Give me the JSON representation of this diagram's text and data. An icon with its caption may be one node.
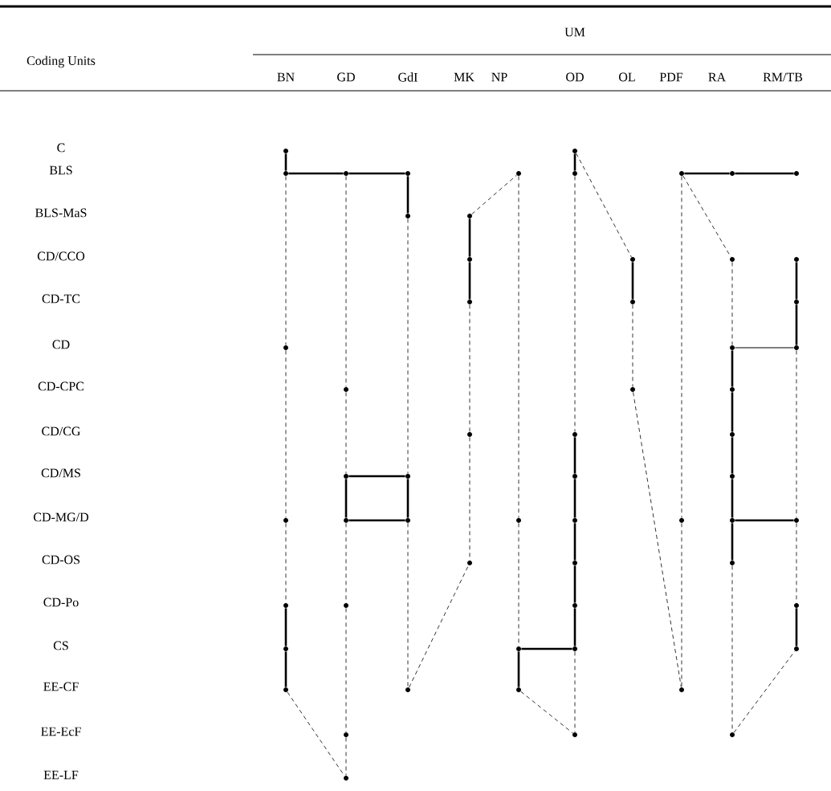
{
  "diagram": {
    "nodes": [
      {
        "text": [],
        "shape": "circle"
      },
      {
        "text": [],
        "shape": "circle"
      },
      {
        "text": [],
        "shape": "circle"
      },
      {
        "text": [],
        "shape": "circle"
      },
      {
        "text": [],
        "shape": "circle"
      },
      {
        "text": [],
        "shape": "circle"
      },
      {
        "text": [],
        "shape": "circle"
      },
      {
        "text": [],
        "shape": "circle"
      },
      {
        "text": [],
        "shape": "circle"
      },
      {
        "text": [],
        "shape": "circle"
      },
      {
        "text": [],
        "shape": "circle"
      },
      {
        "text": [],
        "shape": "circle"
      },
      {
        "text": [],
        "shape": "circle"
      },
      {
        "text": [],
        "shape": "circle"
      },
      {
        "text": [],
        "shape": "circle"
      },
      {
        "text": [],
        "shape": "circle"
      },
      {
        "text": [],
        "shape": "circle"
      },
      {
        "text": [],
        "shape": "circle"
      },
      {
        "text": [],
        "shape": "circle"
      },
      {
        "text": [],
        "shape": "circle"
      },
      {
        "text": [],
        "shape": "circle"
      },
      {
        "text": [],
        "shape": "circle"
      },
      {
        "text": [],
        "shape": "circle"
      },
      {
        "text": [],
        "shape": "circle"
      },
      {
        "text": [],
        "shape": "circle"
      },
      {
        "text": [],
        "shape": "circle"
      },
      {
        "text": [],
        "shape": "circle"
      },
      {
        "text": [],
        "shape": "circle"
      },
      {
        "text": [],
        "shape": "circle"
      },
      {
        "text": [],
        "shape": "circle"
      },
      {
        "text": [],
        "shape": "circle"
      },
      {
        "text": [],
        "shape": "circle"
      },
      {
        "text": [],
        "shape": "circle"
      },
      {
        "text": [],
        "shape": "circle"
      },
      {
        "text": [],
        "shape": "circle"
      },
      {
        "text": [],
        "shape": "circle"
      },
      {
        "text": [],
        "shape": "circle"
      },
      {
        "text": [],
        "shape": "circle"
      },
      {
        "text": [],
        "shape": "circle"
      },
      {
        "text": [],
        "shape": "circle"
      },
      {
        "text": [],
        "shape": "circle"
      },
      {
        "text": [],
        "shape": "circle"
      },
      {
        "text": [],
        "shape": "circle"
      },
      {
        "text": [],
        "shape": "circle"
      },
      {
        "text": [],
        "shape": "circle"
      },
      {
        "text": [],
        "shape": "circle"
      },
      {
        "text": [],
        "shape": "circle"
      },
      {
        "text": [],
        "shape": "circle"
      },
      {
        "text": [],
        "shape": "circle"
      },
      {
        "text": [],
        "shape": "circle"
      },
      {
        "text": [],
        "shape": "circle"
      },
      {
        "text": [],
        "shape": "circle"
      },
      {
        "text": [],
        "shape": "circle"
      },
      {
        "text": [],
        "shape": "circle"
      },
      {
        "text": [],
        "shape": "circle"
      },
      {
        "text": [],
        "shape": "circle"
      },
      {
        "text": [],
        "shape": "circle"
      },
      {
        "text": [],
        "shape": "circle"
      },
      {
        "text": [],
        "shape": "circle"
      }
    ],
    "edges": [
      {
        "from": 0,
        "to": 2,
        "arrow": "none",
        "style": "thick"
      },
      {
        "from": 2,
        "to": 19,
        "arrow": "none",
        "style": "dashed"
      },
      {
        "from": 19,
        "to": 32,
        "arrow": "none",
        "style": "dashed"
      },
      {
        "from": 32,
        "to": 43,
        "arrow": "none",
        "style": "dashed"
      },
      {
        "from": 43,
        "to": 47,
        "arrow": "none",
        "style": "thick"
      },
      {
        "from": 47,
        "to": 51,
        "arrow": "none",
        "style": "thick"
      },
      {
        "from": 51,
        "to": 58,
        "arrow": "none",
        "style": "dashed"
      },
      {
        "from": 2,
        "to": 3,
        "arrow": "none",
        "style": "thick"
      },
      {
        "from": 3,
        "to": 4,
        "arrow": "none",
        "style": "thick"
      },
      {
        "from": 3,
        "to": 22,
        "arrow": "none",
        "style": "dashed"
      },
      {
        "from": 22,
        "to": 28,
        "arrow": "none",
        "style": "dashed"
      },
      {
        "from": 28,
        "to": 33,
        "arrow": "none",
        "style": "thick"
      },
      {
        "from": 33,
        "to": 44,
        "arrow": "none",
        "style": "dashed"
      },
      {
        "from": 44,
        "to": 55,
        "arrow": "none",
        "style": "dashed"
      },
      {
        "from": 55,
        "to": 58,
        "arrow": "none",
        "style": "dashed"
      },
      {
        "from": 28,
        "to": 29,
        "arrow": "none",
        "style": "thick"
      },
      {
        "from": 33,
        "to": 34,
        "arrow": "none",
        "style": "thick"
      },
      {
        "from": 4,
        "to": 10,
        "arrow": "none",
        "style": "thick"
      },
      {
        "from": 10,
        "to": 29,
        "arrow": "none",
        "style": "dashed"
      },
      {
        "from": 29,
        "to": 34,
        "arrow": "none",
        "style": "thick"
      },
      {
        "from": 34,
        "to": 52,
        "arrow": "none",
        "style": "dashed"
      },
      {
        "from": 52,
        "to": 40,
        "arrow": "none",
        "style": "dashed"
      },
      {
        "from": 11,
        "to": 5,
        "arrow": "none",
        "style": "dashed"
      },
      {
        "from": 11,
        "to": 12,
        "arrow": "none",
        "style": "thick"
      },
      {
        "from": 12,
        "to": 16,
        "arrow": "none",
        "style": "thick"
      },
      {
        "from": 16,
        "to": 25,
        "arrow": "none",
        "style": "dashed"
      },
      {
        "from": 25,
        "to": 40,
        "arrow": "none",
        "style": "dashed"
      },
      {
        "from": 5,
        "to": 35,
        "arrow": "none",
        "style": "dashed"
      },
      {
        "from": 35,
        "to": 48,
        "arrow": "none",
        "style": "dashed"
      },
      {
        "from": 48,
        "to": 53,
        "arrow": "none",
        "style": "thick"
      },
      {
        "from": 48,
        "to": 49,
        "arrow": "none",
        "style": "thick"
      },
      {
        "from": 53,
        "to": 56,
        "arrow": "none",
        "style": "dashed"
      },
      {
        "from": 1,
        "to": 6,
        "arrow": "none",
        "style": "thick"
      },
      {
        "from": 6,
        "to": 26,
        "arrow": "none",
        "style": "dashed"
      },
      {
        "from": 26,
        "to": 30,
        "arrow": "none",
        "style": "thick"
      },
      {
        "from": 30,
        "to": 36,
        "arrow": "none",
        "style": "thick"
      },
      {
        "from": 36,
        "to": 41,
        "arrow": "none",
        "style": "thick"
      },
      {
        "from": 41,
        "to": 45,
        "arrow": "none",
        "style": "thick"
      },
      {
        "from": 45,
        "to": 49,
        "arrow": "none",
        "style": "thick"
      },
      {
        "from": 49,
        "to": 56,
        "arrow": "none",
        "style": "dashed"
      },
      {
        "from": 1,
        "to": 13,
        "arrow": "none",
        "style": "dashed"
      },
      {
        "from": 13,
        "to": 17,
        "arrow": "none",
        "style": "thick"
      },
      {
        "from": 17,
        "to": 23,
        "arrow": "none",
        "style": "dashed"
      },
      {
        "from": 23,
        "to": 54,
        "arrow": "none",
        "style": "dashed"
      },
      {
        "from": 7,
        "to": 8,
        "arrow": "none",
        "style": "thick"
      },
      {
        "from": 8,
        "to": 9,
        "arrow": "none",
        "style": "thick"
      },
      {
        "from": 7,
        "to": 37,
        "arrow": "none",
        "style": "dashed"
      },
      {
        "from": 37,
        "to": 54,
        "arrow": "none",
        "style": "dashed"
      },
      {
        "from": 7,
        "to": 14,
        "arrow": "none",
        "style": "dashed"
      },
      {
        "from": 14,
        "to": 20,
        "arrow": "none",
        "style": "dashed"
      },
      {
        "from": 20,
        "to": 21,
        "arrow": "none"
      },
      {
        "from": 20,
        "to": 24,
        "arrow": "none",
        "style": "thick"
      },
      {
        "from": 24,
        "to": 27,
        "arrow": "none",
        "style": "thick"
      },
      {
        "from": 27,
        "to": 31,
        "arrow": "none",
        "style": "thick"
      },
      {
        "from": 31,
        "to": 38,
        "arrow": "none",
        "style": "thick"
      },
      {
        "from": 38,
        "to": 42,
        "arrow": "none",
        "style": "thick"
      },
      {
        "from": 42,
        "to": 57,
        "arrow": "none",
        "style": "dashed"
      },
      {
        "from": 38,
        "to": 39,
        "arrow": "none",
        "style": "thick"
      },
      {
        "from": 57,
        "to": 50,
        "arrow": "none",
        "style": "dashed"
      },
      {
        "from": 15,
        "to": 18,
        "arrow": "none",
        "style": "thick"
      },
      {
        "from": 18,
        "to": 21,
        "arrow": "none",
        "style": "thick"
      },
      {
        "from": 21,
        "to": 39,
        "arrow": "none",
        "style": "dashed"
      },
      {
        "from": 39,
        "to": 46,
        "arrow": "none",
        "style": "dashed"
      },
      {
        "from": 46,
        "to": 50,
        "arrow": "none",
        "style": "thick"
      }
    ],
    "labels": [
      "Coding Units",
      "UM",
      "BN",
      "GD",
      "GdI",
      "MK",
      "NP",
      "OD",
      "OL",
      "PDF",
      "RA",
      "RM/TB",
      "C",
      "BLS",
      "BLS-MaS",
      "CD/CCO",
      "CD-TC",
      "CD",
      "CD-CPC",
      "CD/CG",
      "CD/MS",
      "CD-MG/D",
      "CD-OS",
      "CD-Po",
      "CS",
      "EE-CF",
      "EE-EcF",
      "EE-LF"
    ]
  }
}
